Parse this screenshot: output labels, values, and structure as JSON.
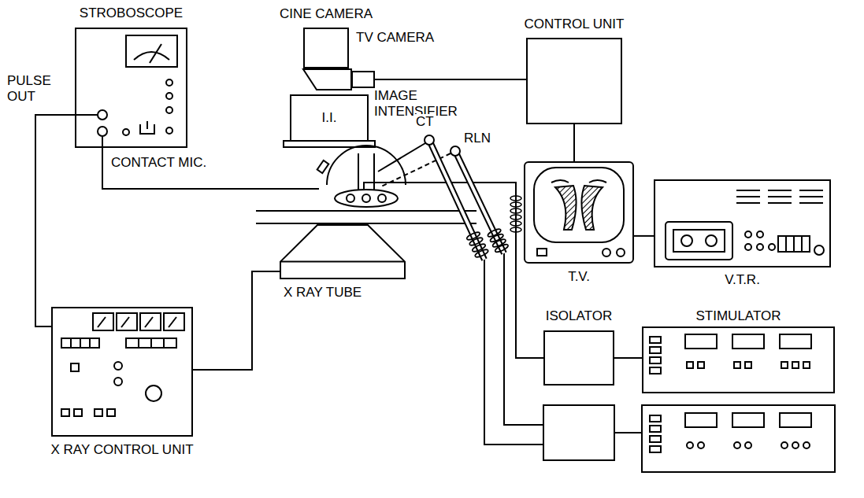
{
  "diagram": {
    "nodes": [
      {
        "text": [
          "STROBOSCOPE"
        ]
      },
      {
        "text": [
          "CINE CAMERA"
        ]
      },
      {
        "text": [
          "TV CAMERA"
        ]
      },
      {
        "text": [
          "I.I.",
          "IMAGE INTENSIFIER"
        ]
      },
      {
        "text": [
          "CONTROL UNIT"
        ]
      },
      {
        "text": [
          "T.V."
        ]
      },
      {
        "text": [
          "V.T.R."
        ]
      },
      {
        "text": [
          "X RAY CONTROL UNIT"
        ]
      },
      {
        "text": [
          "X RAY TUBE"
        ]
      },
      {
        "text": [
          "ISOLATOR"
        ]
      },
      {
        "text": [
          "STIMULATOR"
        ]
      }
    ],
    "edges": [
      {
        "from": 0,
        "to": 7,
        "arrow": "none"
      },
      {
        "from": 2,
        "to": 4,
        "arrow": "none"
      },
      {
        "from": 4,
        "to": 5,
        "arrow": "none"
      },
      {
        "from": 5,
        "to": 6,
        "arrow": "none"
      },
      {
        "from": 7,
        "to": 8,
        "arrow": "none"
      },
      {
        "from": 9,
        "to": 10,
        "arrow": "none"
      }
    ],
    "labels": [
      "PULSE OUT",
      "CONTACT MIC.",
      "CT",
      "RLN"
    ]
  }
}
